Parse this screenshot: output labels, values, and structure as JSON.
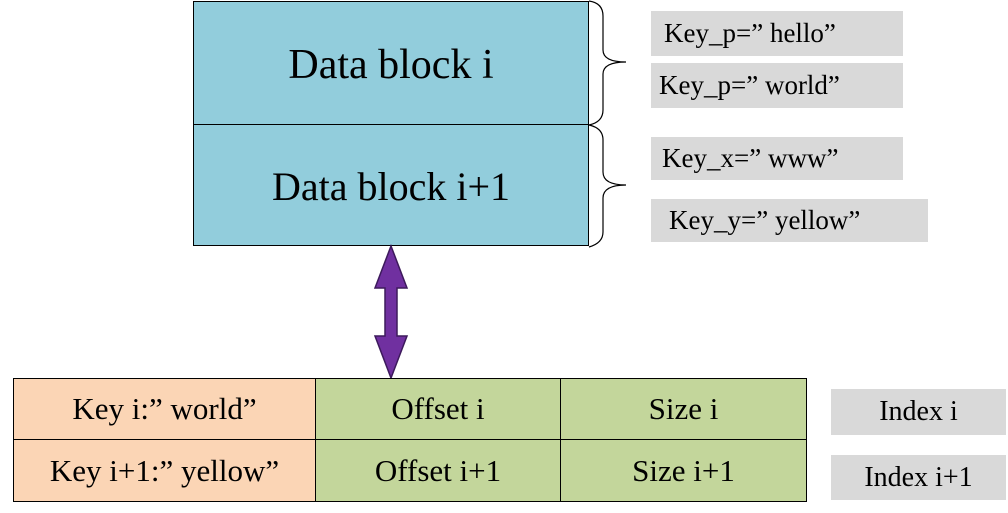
{
  "data_blocks": [
    {
      "label": "Data block i"
    },
    {
      "label": "Data block i+1"
    }
  ],
  "block_i_keys": [
    {
      "text": "Key_p=” hello”"
    },
    {
      "text": "Key_p=” world”"
    }
  ],
  "block_i1_keys": [
    {
      "text": "Key_x=” www”"
    },
    {
      "text": "Key_y=” yellow”"
    }
  ],
  "index_table": {
    "rows": [
      {
        "key": "Key i:” world”",
        "offset": "Offset i",
        "size": "Size i",
        "label": "Index i"
      },
      {
        "key": "Key i+1:” yellow”",
        "offset": "Offset i+1",
        "size": "Size i+1",
        "label": "Index i+1"
      }
    ]
  },
  "colors": {
    "data_block_fill": "#92cddc",
    "key_cell_fill": "#fbd5b5",
    "offset_size_fill": "#c3d69b",
    "label_fill": "#d9d9d9",
    "arrow_fill": "#7030a0"
  },
  "icons": {
    "link_arrow": "double-headed-vertical-arrow"
  }
}
